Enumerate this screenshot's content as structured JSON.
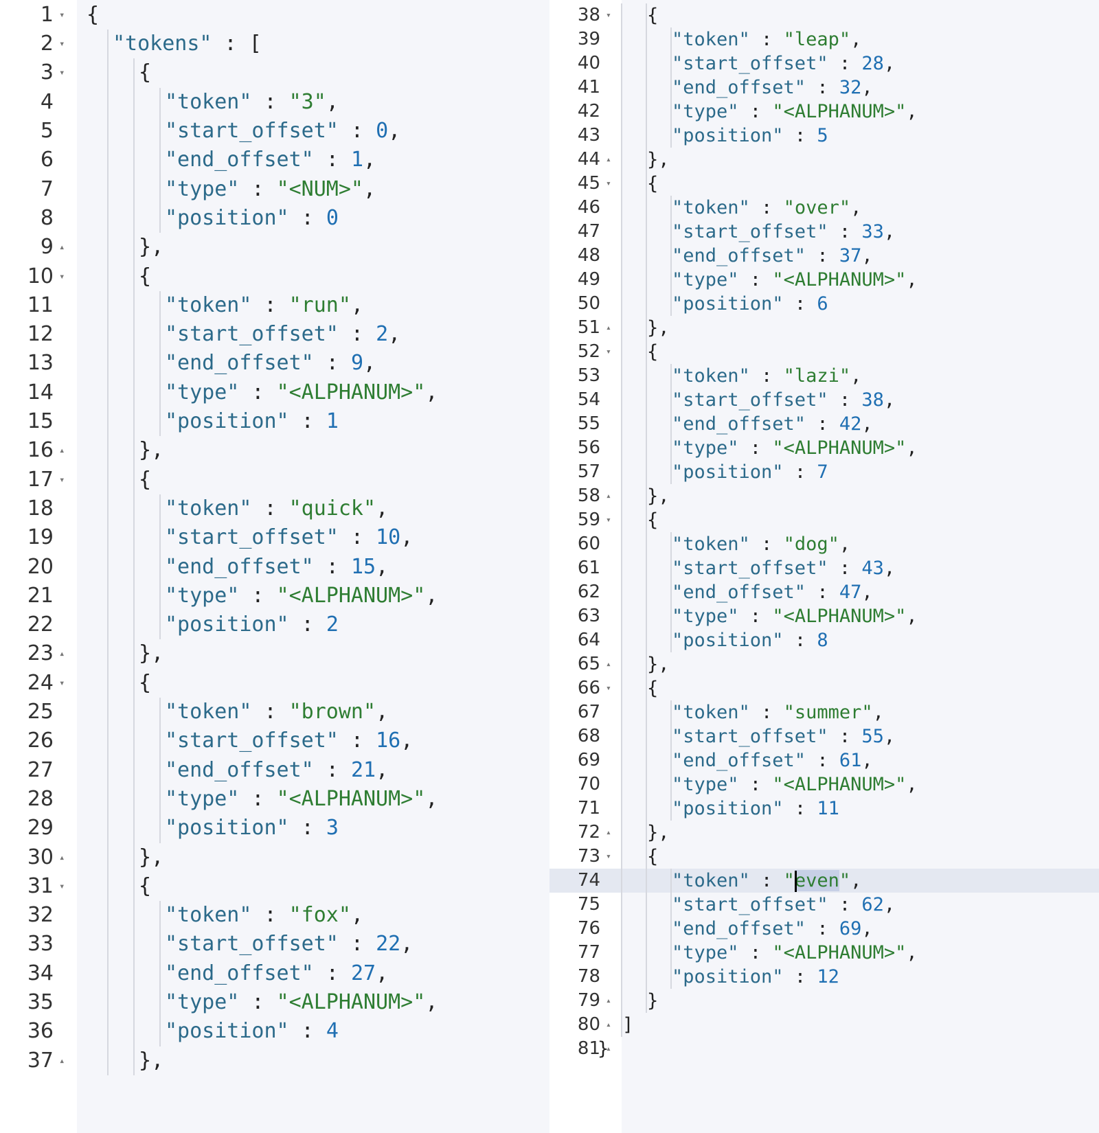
{
  "editor": {
    "active_line": 74,
    "cursor_token": "even",
    "left_pane": {
      "lines": [
        {
          "n": "1",
          "fold": "down",
          "text": "{"
        },
        {
          "n": "2",
          "fold": "down",
          "text": "\"tokens\" : ["
        },
        {
          "n": "3",
          "fold": "down",
          "text": "{"
        },
        {
          "n": "4",
          "fold": "",
          "text": "\"token\" : \"3\","
        },
        {
          "n": "5",
          "fold": "",
          "text": "\"start_offset\" : 0,"
        },
        {
          "n": "6",
          "fold": "",
          "text": "\"end_offset\" : 1,"
        },
        {
          "n": "7",
          "fold": "",
          "text": "\"type\" : \"<NUM>\","
        },
        {
          "n": "8",
          "fold": "",
          "text": "\"position\" : 0"
        },
        {
          "n": "9",
          "fold": "up",
          "text": "},"
        },
        {
          "n": "10",
          "fold": "down",
          "text": "{"
        },
        {
          "n": "11",
          "fold": "",
          "text": "\"token\" : \"run\","
        },
        {
          "n": "12",
          "fold": "",
          "text": "\"start_offset\" : 2,"
        },
        {
          "n": "13",
          "fold": "",
          "text": "\"end_offset\" : 9,"
        },
        {
          "n": "14",
          "fold": "",
          "text": "\"type\" : \"<ALPHANUM>\","
        },
        {
          "n": "15",
          "fold": "",
          "text": "\"position\" : 1"
        },
        {
          "n": "16",
          "fold": "up",
          "text": "},"
        },
        {
          "n": "17",
          "fold": "down",
          "text": "{"
        },
        {
          "n": "18",
          "fold": "",
          "text": "\"token\" : \"quick\","
        },
        {
          "n": "19",
          "fold": "",
          "text": "\"start_offset\" : 10,"
        },
        {
          "n": "20",
          "fold": "",
          "text": "\"end_offset\" : 15,"
        },
        {
          "n": "21",
          "fold": "",
          "text": "\"type\" : \"<ALPHANUM>\","
        },
        {
          "n": "22",
          "fold": "",
          "text": "\"position\" : 2"
        },
        {
          "n": "23",
          "fold": "up",
          "text": "},"
        },
        {
          "n": "24",
          "fold": "down",
          "text": "{"
        },
        {
          "n": "25",
          "fold": "",
          "text": "\"token\" : \"brown\","
        },
        {
          "n": "26",
          "fold": "",
          "text": "\"start_offset\" : 16,"
        },
        {
          "n": "27",
          "fold": "",
          "text": "\"end_offset\" : 21,"
        },
        {
          "n": "28",
          "fold": "",
          "text": "\"type\" : \"<ALPHANUM>\","
        },
        {
          "n": "29",
          "fold": "",
          "text": "\"position\" : 3"
        },
        {
          "n": "30",
          "fold": "up",
          "text": "},"
        },
        {
          "n": "31",
          "fold": "down",
          "text": "{"
        },
        {
          "n": "32",
          "fold": "",
          "text": "\"token\" : \"fox\","
        },
        {
          "n": "33",
          "fold": "",
          "text": "\"start_offset\" : 22,"
        },
        {
          "n": "34",
          "fold": "",
          "text": "\"end_offset\" : 27,"
        },
        {
          "n": "35",
          "fold": "",
          "text": "\"type\" : \"<ALPHANUM>\","
        },
        {
          "n": "36",
          "fold": "",
          "text": "\"position\" : 4"
        },
        {
          "n": "37",
          "fold": "up",
          "text": "},"
        }
      ]
    },
    "right_pane": {
      "lines": [
        {
          "n": "38",
          "fold": "down",
          "text": "{"
        },
        {
          "n": "39",
          "fold": "",
          "text": "\"token\" : \"leap\","
        },
        {
          "n": "40",
          "fold": "",
          "text": "\"start_offset\" : 28,"
        },
        {
          "n": "41",
          "fold": "",
          "text": "\"end_offset\" : 32,"
        },
        {
          "n": "42",
          "fold": "",
          "text": "\"type\" : \"<ALPHANUM>\","
        },
        {
          "n": "43",
          "fold": "",
          "text": "\"position\" : 5"
        },
        {
          "n": "44",
          "fold": "up",
          "text": "},"
        },
        {
          "n": "45",
          "fold": "down",
          "text": "{"
        },
        {
          "n": "46",
          "fold": "",
          "text": "\"token\" : \"over\","
        },
        {
          "n": "47",
          "fold": "",
          "text": "\"start_offset\" : 33,"
        },
        {
          "n": "48",
          "fold": "",
          "text": "\"end_offset\" : 37,"
        },
        {
          "n": "49",
          "fold": "",
          "text": "\"type\" : \"<ALPHANUM>\","
        },
        {
          "n": "50",
          "fold": "",
          "text": "\"position\" : 6"
        },
        {
          "n": "51",
          "fold": "up",
          "text": "},"
        },
        {
          "n": "52",
          "fold": "down",
          "text": "{"
        },
        {
          "n": "53",
          "fold": "",
          "text": "\"token\" : \"lazi\","
        },
        {
          "n": "54",
          "fold": "",
          "text": "\"start_offset\" : 38,"
        },
        {
          "n": "55",
          "fold": "",
          "text": "\"end_offset\" : 42,"
        },
        {
          "n": "56",
          "fold": "",
          "text": "\"type\" : \"<ALPHANUM>\","
        },
        {
          "n": "57",
          "fold": "",
          "text": "\"position\" : 7"
        },
        {
          "n": "58",
          "fold": "up",
          "text": "},"
        },
        {
          "n": "59",
          "fold": "down",
          "text": "{"
        },
        {
          "n": "60",
          "fold": "",
          "text": "\"token\" : \"dog\","
        },
        {
          "n": "61",
          "fold": "",
          "text": "\"start_offset\" : 43,"
        },
        {
          "n": "62",
          "fold": "",
          "text": "\"end_offset\" : 47,"
        },
        {
          "n": "63",
          "fold": "",
          "text": "\"type\" : \"<ALPHANUM>\","
        },
        {
          "n": "64",
          "fold": "",
          "text": "\"position\" : 8"
        },
        {
          "n": "65",
          "fold": "up",
          "text": "},"
        },
        {
          "n": "66",
          "fold": "down",
          "text": "{"
        },
        {
          "n": "67",
          "fold": "",
          "text": "\"token\" : \"summer\","
        },
        {
          "n": "68",
          "fold": "",
          "text": "\"start_offset\" : 55,"
        },
        {
          "n": "69",
          "fold": "",
          "text": "\"end_offset\" : 61,"
        },
        {
          "n": "70",
          "fold": "",
          "text": "\"type\" : \"<ALPHANUM>\","
        },
        {
          "n": "71",
          "fold": "",
          "text": "\"position\" : 11"
        },
        {
          "n": "72",
          "fold": "up",
          "text": "},"
        },
        {
          "n": "73",
          "fold": "down",
          "text": "{"
        },
        {
          "n": "74",
          "fold": "",
          "text": "\"token\" : \"even\","
        },
        {
          "n": "75",
          "fold": "",
          "text": "\"start_offset\" : 62,"
        },
        {
          "n": "76",
          "fold": "",
          "text": "\"end_offset\" : 69,"
        },
        {
          "n": "77",
          "fold": "",
          "text": "\"type\" : \"<ALPHANUM>\","
        },
        {
          "n": "78",
          "fold": "",
          "text": "\"position\" : 12"
        },
        {
          "n": "79",
          "fold": "up",
          "text": "}"
        },
        {
          "n": "80",
          "fold": "up",
          "text": "]"
        },
        {
          "n": "81",
          "fold": "up",
          "text": "}"
        }
      ]
    },
    "colors": {
      "key": "#2c6a8a",
      "string": "#2e7d32",
      "number": "#1f6fb2",
      "punct": "#222222",
      "editor_bg": "#f5f6fa",
      "active_line_bg": "#e4e8f1"
    },
    "icons": {
      "down": "fold-open-icon",
      "up": "fold-close-icon"
    }
  }
}
